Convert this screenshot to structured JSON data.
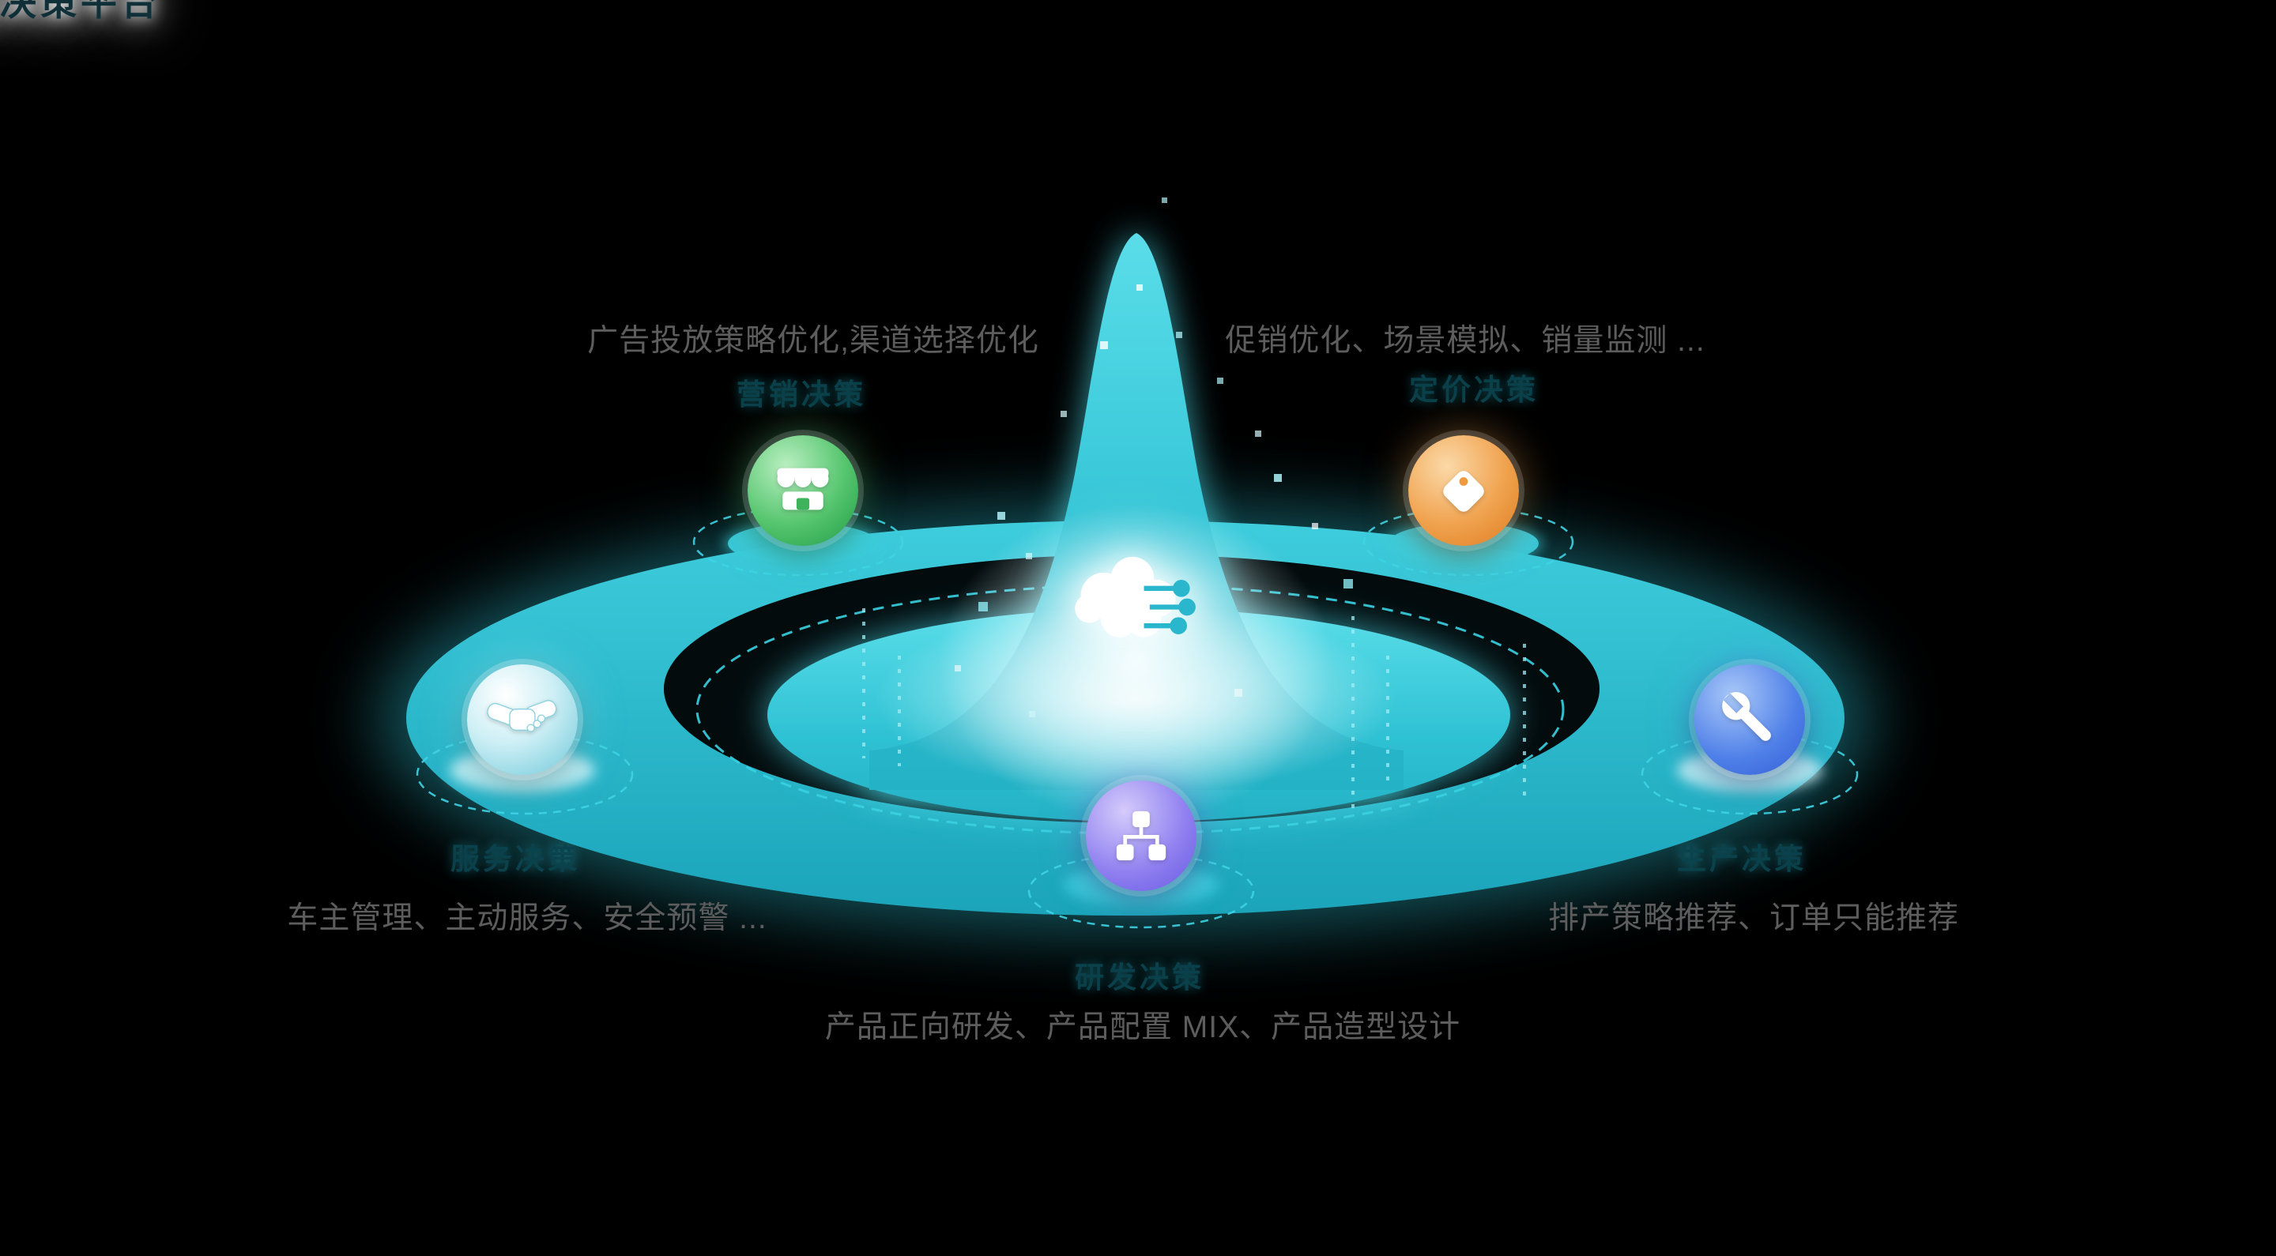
{
  "diagram": {
    "center": {
      "title": "数据智慧决策平台",
      "icon": "brain-icon"
    },
    "nodes": [
      {
        "id": "marketing",
        "label": "营销决策",
        "desc": "广告投放策略优化,渠道选择优化",
        "icon": "store-icon",
        "color": "#3fb35c"
      },
      {
        "id": "pricing",
        "label": "定价决策",
        "desc": "促销优化、场景模拟、销量监测 ...",
        "icon": "tag-icon",
        "color": "#ef9a3f"
      },
      {
        "id": "service",
        "label": "服务决策",
        "desc": "车主管理、主动服务、安全预警 ...",
        "icon": "handshake-icon",
        "color": "#7fd4e2"
      },
      {
        "id": "production",
        "label": "生产决策",
        "desc": "排产策略推荐、订单只能推荐",
        "icon": "wrench-icon",
        "color": "#4a78e6"
      },
      {
        "id": "rnd",
        "label": "研发决策",
        "desc": "产品正向研发、产品配置 MIX、产品造型设计",
        "icon": "hierarchy-icon",
        "color": "#8678ee"
      }
    ],
    "colors": {
      "platform": "#2fc3d6",
      "background": "#000000"
    }
  }
}
